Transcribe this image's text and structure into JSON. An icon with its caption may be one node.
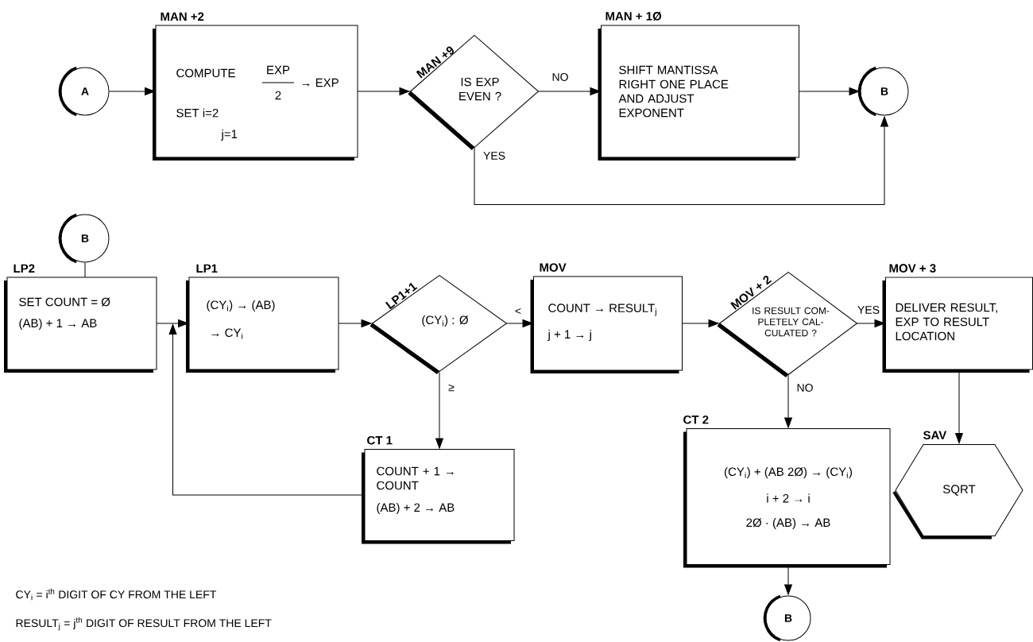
{
  "diagram": {
    "nodes": [
      {
        "text": [
          "A"
        ]
      },
      {
        "text": [
          "MAN +2",
          "COMPUTE",
          "EXP",
          "2",
          "→ EXP",
          "SET i=2",
          "j=1"
        ]
      },
      {
        "text": [
          "MAN +9",
          "IS EXP EVEN ?"
        ]
      },
      {
        "text": [
          "MAN + 1Ø",
          "SHIFT MANTISSA RIGHT ONE PLACE AND ADJUST EXPONENT"
        ]
      },
      {
        "text": [
          "B"
        ]
      },
      {
        "text": [
          "B"
        ]
      },
      {
        "text": [
          "LP2",
          "SET COUNT = Ø",
          "(AB) + 1 → AB"
        ]
      },
      {
        "text": [
          "LP1",
          "(CY$_{i}$) → (AB)",
          "→ CY$_{i}$"
        ]
      },
      {
        "text": [
          "LP1+1",
          "(CY$_{i}$) : Ø"
        ]
      },
      {
        "text": [
          "MOV",
          "COUNT → RESULT$_{j}$",
          "j + 1 → j"
        ]
      },
      {
        "text": [
          "MOV + 2",
          "IS RESULT COM- PLETELY CAL- CULATED ?"
        ]
      },
      {
        "text": [
          "MOV + 3",
          "DELIVER RESULT, EXP TO RESULT LOCATION"
        ]
      },
      {
        "text": [
          "CT 1",
          "COUNT + 1 → COUNT",
          "(AB) + 2 → AB"
        ]
      },
      {
        "text": [
          "CT 2",
          "(CY$_{i}$) + (AB 2Ø) → (CY$_{i}$)",
          "i + 2 → i",
          "2Ø · (AB) → AB"
        ]
      },
      {
        "text": [
          "SAV",
          "SQRT"
        ]
      },
      {
        "text": [
          "B"
        ]
      }
    ],
    "edges": [
      {
        "from": 0,
        "to": 1,
        "arrow": "to"
      },
      {
        "from": 1,
        "to": 2,
        "arrow": "to"
      },
      {
        "from": 2,
        "to": 3,
        "arrow": "to",
        "label": "NO"
      },
      {
        "from": 3,
        "to": 4,
        "arrow": "to"
      },
      {
        "from": 2,
        "to": 4,
        "arrow": "to",
        "label": "YES"
      },
      {
        "from": 5,
        "to": 6,
        "arrow": "none"
      },
      {
        "from": 6,
        "to": 7,
        "arrow": "to"
      },
      {
        "from": 7,
        "to": 8,
        "arrow": "to"
      },
      {
        "from": 8,
        "to": 9,
        "arrow": "to",
        "label": "<"
      },
      {
        "from": 8,
        "to": 12,
        "arrow": "to",
        "label": "≥"
      },
      {
        "from": 12,
        "to": 7,
        "arrow": "to"
      },
      {
        "from": 9,
        "to": 10,
        "arrow": "to"
      },
      {
        "from": 10,
        "to": 11,
        "arrow": "to",
        "label": "YES"
      },
      {
        "from": 10,
        "to": 13,
        "arrow": "to",
        "label": "NO"
      },
      {
        "from": 11,
        "to": 14,
        "arrow": "to"
      },
      {
        "from": 13,
        "to": 15,
        "arrow": "to"
      }
    ],
    "labels": [
      "CY$_{i}$ = i$^{th}$ DIGIT OF CY FROM THE LEFT",
      "RESULT$_{j}$ = j$^{th}$ DIGIT OF RESULT FROM THE LEFT"
    ]
  }
}
